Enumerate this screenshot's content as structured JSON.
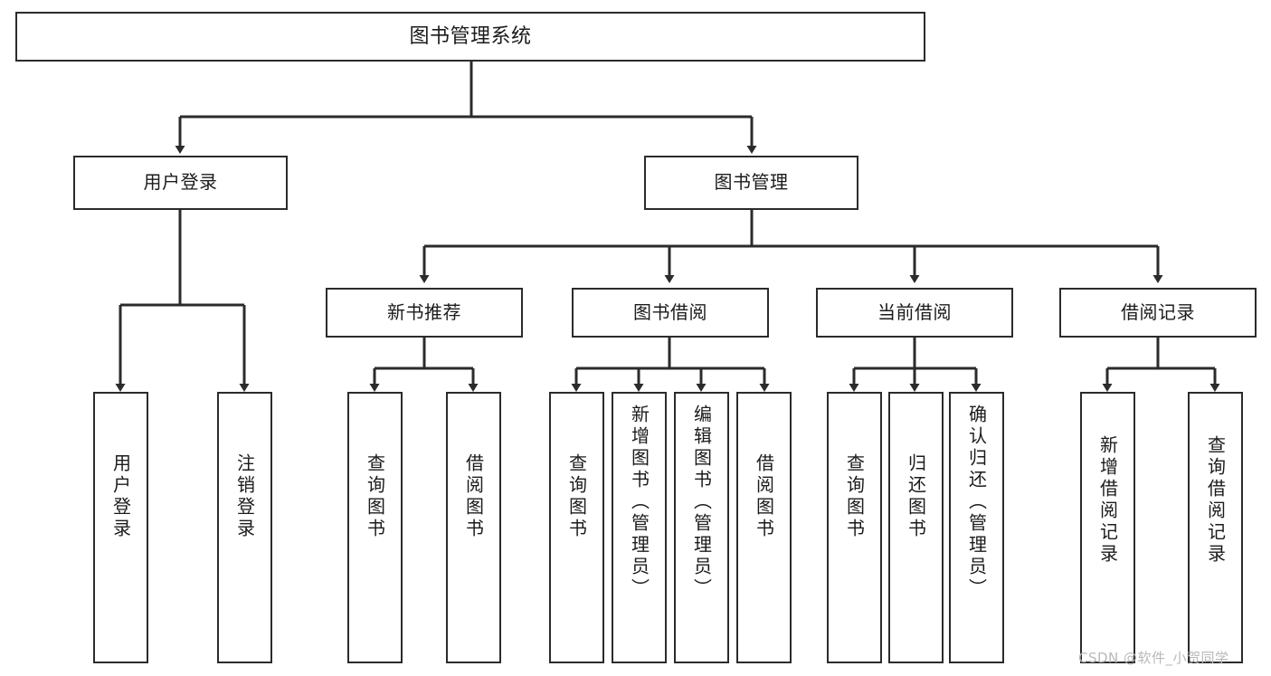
{
  "diagram": {
    "title": "图书管理系统",
    "type": "hierarchy-tree",
    "stroke_color": "#2b2b2b",
    "text_color": "#1b1b1b",
    "background_color": "#ffffff"
  },
  "nodes": {
    "root": {
      "label": "图书管理系统"
    },
    "level2": [
      {
        "label": "用户登录"
      },
      {
        "label": "图书管理"
      }
    ],
    "level3": [
      {
        "label": "新书推荐"
      },
      {
        "label": "图书借阅"
      },
      {
        "label": "当前借阅"
      },
      {
        "label": "借阅记录"
      }
    ],
    "leaves": {
      "user_login": [
        {
          "label": "用户登录"
        },
        {
          "label": "注销登录"
        }
      ],
      "new_book_recommend": [
        {
          "label": "查询图书"
        },
        {
          "label": "借阅图书"
        }
      ],
      "book_borrow": [
        {
          "label": "查询图书"
        },
        {
          "label": "新增图书（管理员）"
        },
        {
          "label": "编辑图书（管理员）"
        },
        {
          "label": "借阅图书"
        }
      ],
      "current_borrow": [
        {
          "label": "查询图书"
        },
        {
          "label": "归还图书"
        },
        {
          "label": "确认归还（管理员）"
        }
      ],
      "borrow_record": [
        {
          "label": "新增借阅记录"
        },
        {
          "label": "查询借阅记录"
        }
      ]
    }
  },
  "watermark": {
    "text": "CSDN @软件_小贺同学",
    "color": "#b8b8b8"
  }
}
